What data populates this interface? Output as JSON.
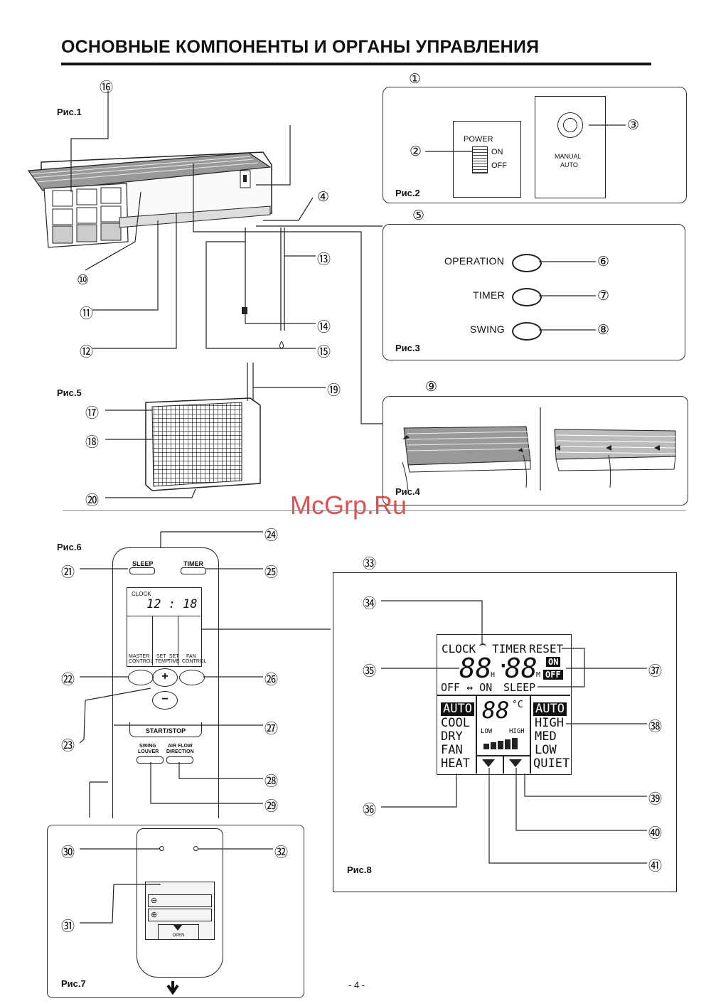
{
  "page": {
    "title": "ОСНОВНЫЕ КОМПОНЕНТЫ И ОРГАНЫ УПРАВЛЕНИЯ",
    "page_number": "- 4 -",
    "watermark": "McGrp.Ru"
  },
  "figures": {
    "fig1": "Рис.1",
    "fig2": "Рис.2",
    "fig3": "Рис.3",
    "fig4": "Рис.4",
    "fig5": "Рис.5",
    "fig6": "Рис.6",
    "fig7": "Рис.7",
    "fig8": "Рис.8"
  },
  "callouts": [
    "①",
    "②",
    "③",
    "④",
    "⑤",
    "⑥",
    "⑦",
    "⑧",
    "⑨",
    "⑩",
    "⑪",
    "⑫",
    "⑬",
    "⑭",
    "⑮",
    "⑯",
    "⑰",
    "⑱",
    "⑲",
    "⑳",
    "㉑",
    "㉒",
    "㉓",
    "㉔",
    "㉕",
    "㉖",
    "㉗",
    "㉘",
    "㉙",
    "㉚",
    "㉛",
    "㉜",
    "㉝",
    "㉞",
    "㉟",
    "㊱",
    "㊲",
    "㊳",
    "㊴",
    "㊵",
    "㊶"
  ],
  "fig2": {
    "power": "POWER",
    "on": "ON",
    "off": "OFF",
    "manual_auto_1": "MANUAL",
    "manual_auto_2": "AUTO"
  },
  "fig3": {
    "operation": "OPERATION",
    "timer": "TIMER",
    "swing": "SWING"
  },
  "remote": {
    "sleep": "SLEEP",
    "timer": "TIMER",
    "clock": "CLOCK",
    "time": "12 : 18",
    "master_control_1": "MASTER",
    "master_control_2": "CONTROL",
    "set_temp_1": "SET",
    "set_temp_2": "TEMP",
    "set_time_1": "SET",
    "set_time_2": "TIME",
    "fan_control_1": "FAN",
    "fan_control_2": "CONTROL",
    "plus": "+",
    "minus": "−",
    "start_stop": "START/STOP",
    "swing_louver_1": "SWING",
    "swing_louver_2": "LOUVER",
    "air_flow_1": "AIR FLOW",
    "air_flow_2": "DIRECTION",
    "open": "OPEN"
  },
  "lcd": {
    "clock": "CLOCK",
    "timer": "TIMER",
    "reset": "RESET",
    "digits_h": "88",
    "h": "H",
    "colon": "·",
    "digits_m": "88",
    "m": "M",
    "on": "ON",
    "off": "OFF",
    "off_on": "OFF ↔ ON",
    "sleep": "SLEEP",
    "modes": [
      "AUTO",
      "COOL",
      "DRY",
      "FAN",
      "HEAT"
    ],
    "temp": "88",
    "deg": "°C",
    "low": "LOW",
    "high": "HIGH",
    "fan_speeds": [
      "AUTO",
      "HIGH",
      "MED",
      "LOW",
      "QUIET"
    ]
  }
}
